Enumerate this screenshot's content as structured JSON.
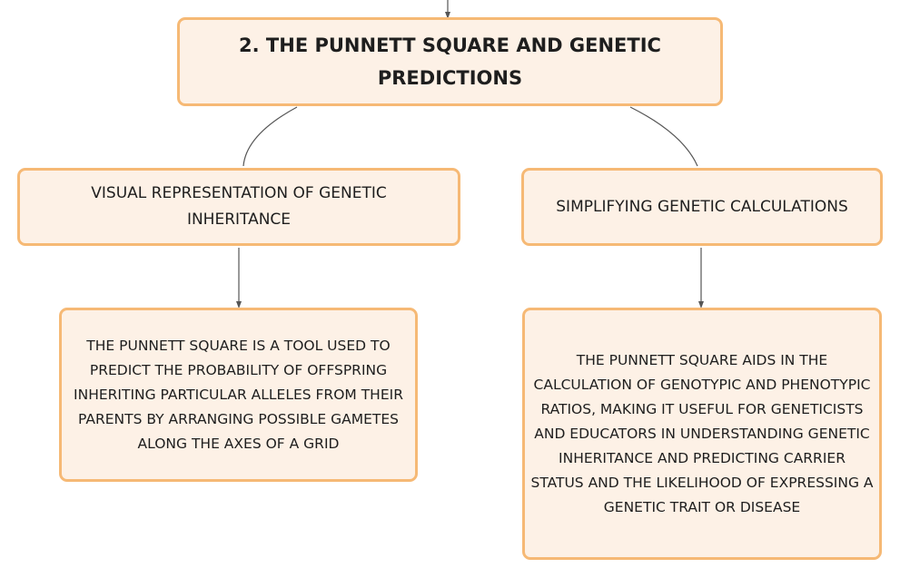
{
  "diagram": {
    "root": {
      "label": "2. THE PUNNETT SQUARE AND GENETIC PREDICTIONS"
    },
    "branches": [
      {
        "label": "VISUAL REPRESENTATION OF GENETIC INHERITANCE",
        "detail": "THE PUNNETT SQUARE IS A TOOL USED TO PREDICT THE PROBABILITY OF OFFSPRING INHERITING PARTICULAR ALLELES FROM THEIR PARENTS BY ARRANGING POSSIBLE GAMETES ALONG THE AXES OF A GRID"
      },
      {
        "label": "SIMPLIFYING GENETIC CALCULATIONS",
        "detail": "THE PUNNETT SQUARE AIDS IN THE CALCULATION OF GENOTYPIC AND PHENOTYPIC RATIOS, MAKING IT USEFUL FOR GENETICISTS AND EDUCATORS IN UNDERSTANDING GENETIC INHERITANCE AND PREDICTING CARRIER STATUS AND THE LIKELIHOOD OF EXPRESSING A GENETIC TRAIT OR DISEASE"
      }
    ],
    "colors": {
      "node_fill": "#fdf1e6",
      "node_border": "#f6b975",
      "connector": "#555555",
      "text": "#1e1e1e"
    }
  }
}
